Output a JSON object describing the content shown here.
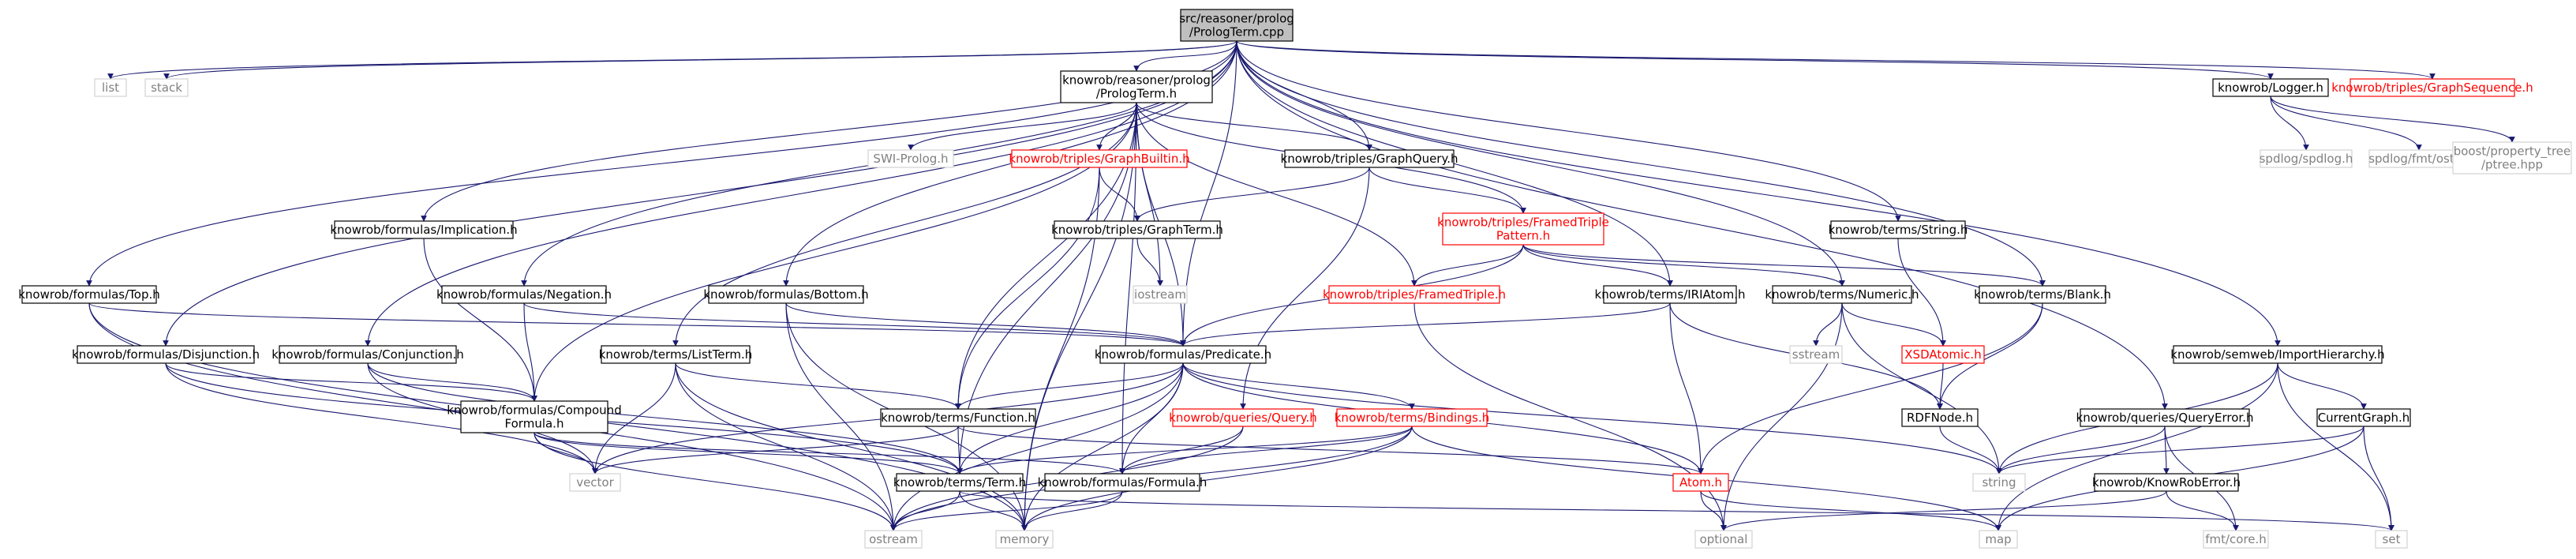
{
  "graph": {
    "root": "root",
    "colors": {
      "edge": "#191970",
      "node_border": "#000000",
      "node_text": "#000000",
      "missing_border": "#d3d3d3",
      "missing_text": "#808080",
      "error_border": "#ff0000",
      "error_text": "#ff0000",
      "root_fill": "#bfbfbf"
    },
    "nodes": [
      {
        "id": "root",
        "lines": [
          "src/reasoner/prolog",
          "/PrologTerm.cpp"
        ],
        "style": "root"
      },
      {
        "id": "list",
        "lines": [
          "list"
        ],
        "style": "missing"
      },
      {
        "id": "stack",
        "lines": [
          "stack"
        ],
        "style": "missing"
      },
      {
        "id": "plterm_h",
        "lines": [
          "knowrob/reasoner/prolog",
          "/PrologTerm.h"
        ],
        "style": "normal"
      },
      {
        "id": "logger",
        "lines": [
          "knowrob/Logger.h"
        ],
        "style": "normal"
      },
      {
        "id": "graphseq",
        "lines": [
          "knowrob/triples/GraphSequence.h"
        ],
        "style": "error"
      },
      {
        "id": "swiprolog",
        "lines": [
          "SWI-Prolog.h"
        ],
        "style": "missing"
      },
      {
        "id": "graphbuiltin",
        "lines": [
          "knowrob/triples/GraphBuiltin.h"
        ],
        "style": "error"
      },
      {
        "id": "graphquery",
        "lines": [
          "knowrob/triples/GraphQuery.h"
        ],
        "style": "normal"
      },
      {
        "id": "spdlog",
        "lines": [
          "spdlog/spdlog.h"
        ],
        "style": "missing"
      },
      {
        "id": "spdlogostr",
        "lines": [
          "spdlog/fmt/ostr.h"
        ],
        "style": "missing"
      },
      {
        "id": "ptree",
        "lines": [
          "boost/property_tree",
          "/ptree.hpp"
        ],
        "style": "missing"
      },
      {
        "id": "implication",
        "lines": [
          "knowrob/formulas/Implication.h"
        ],
        "style": "normal"
      },
      {
        "id": "graphterm",
        "lines": [
          "knowrob/triples/GraphTerm.h"
        ],
        "style": "normal"
      },
      {
        "id": "framedpattern",
        "lines": [
          "knowrob/triples/FramedTriple",
          "Pattern.h"
        ],
        "style": "error"
      },
      {
        "id": "string_h",
        "lines": [
          "knowrob/terms/String.h"
        ],
        "style": "normal"
      },
      {
        "id": "iostream",
        "lines": [
          "iostream"
        ],
        "style": "missing"
      },
      {
        "id": "top",
        "lines": [
          "knowrob/formulas/Top.h"
        ],
        "style": "normal"
      },
      {
        "id": "negation",
        "lines": [
          "knowrob/formulas/Negation.h"
        ],
        "style": "normal"
      },
      {
        "id": "bottom",
        "lines": [
          "knowrob/formulas/Bottom.h"
        ],
        "style": "normal"
      },
      {
        "id": "framedtriple",
        "lines": [
          "knowrob/triples/FramedTriple.h"
        ],
        "style": "error"
      },
      {
        "id": "iriatom",
        "lines": [
          "knowrob/terms/IRIAtom.h"
        ],
        "style": "normal"
      },
      {
        "id": "numeric",
        "lines": [
          "knowrob/terms/Numeric.h"
        ],
        "style": "normal"
      },
      {
        "id": "blank",
        "lines": [
          "knowrob/terms/Blank.h"
        ],
        "style": "normal"
      },
      {
        "id": "disjunction",
        "lines": [
          "knowrob/formulas/Disjunction.h"
        ],
        "style": "normal"
      },
      {
        "id": "conjunction",
        "lines": [
          "knowrob/formulas/Conjunction.h"
        ],
        "style": "normal"
      },
      {
        "id": "listterm",
        "lines": [
          "knowrob/terms/ListTerm.h"
        ],
        "style": "normal"
      },
      {
        "id": "predicate",
        "lines": [
          "knowrob/formulas/Predicate.h"
        ],
        "style": "normal"
      },
      {
        "id": "sstream",
        "lines": [
          "sstream"
        ],
        "style": "missing"
      },
      {
        "id": "xsdatomic",
        "lines": [
          "XSDAtomic.h"
        ],
        "style": "error"
      },
      {
        "id": "importhier",
        "lines": [
          "knowrob/semweb/ImportHierarchy.h"
        ],
        "style": "normal"
      },
      {
        "id": "compound",
        "lines": [
          "knowrob/formulas/Compound",
          "Formula.h"
        ],
        "style": "normal"
      },
      {
        "id": "function",
        "lines": [
          "knowrob/terms/Function.h"
        ],
        "style": "normal"
      },
      {
        "id": "query",
        "lines": [
          "knowrob/queries/Query.h"
        ],
        "style": "error"
      },
      {
        "id": "bindings",
        "lines": [
          "knowrob/terms/Bindings.h"
        ],
        "style": "error"
      },
      {
        "id": "rdfnode",
        "lines": [
          "RDFNode.h"
        ],
        "style": "normal"
      },
      {
        "id": "queryerror",
        "lines": [
          "knowrob/queries/QueryError.h"
        ],
        "style": "normal"
      },
      {
        "id": "currentgraph",
        "lines": [
          "CurrentGraph.h"
        ],
        "style": "normal"
      },
      {
        "id": "vector",
        "lines": [
          "vector"
        ],
        "style": "missing"
      },
      {
        "id": "term",
        "lines": [
          "knowrob/terms/Term.h"
        ],
        "style": "normal"
      },
      {
        "id": "formula",
        "lines": [
          "knowrob/formulas/Formula.h"
        ],
        "style": "normal"
      },
      {
        "id": "atom",
        "lines": [
          "Atom.h"
        ],
        "style": "error"
      },
      {
        "id": "string",
        "lines": [
          "string"
        ],
        "style": "missing"
      },
      {
        "id": "knowroberror",
        "lines": [
          "knowrob/KnowRobError.h"
        ],
        "style": "normal"
      },
      {
        "id": "ostream",
        "lines": [
          "ostream"
        ],
        "style": "missing"
      },
      {
        "id": "memory",
        "lines": [
          "memory"
        ],
        "style": "missing"
      },
      {
        "id": "optional",
        "lines": [
          "optional"
        ],
        "style": "missing"
      },
      {
        "id": "map",
        "lines": [
          "map"
        ],
        "style": "missing"
      },
      {
        "id": "fmtcore",
        "lines": [
          "fmt/core.h"
        ],
        "style": "missing"
      },
      {
        "id": "set",
        "lines": [
          "set"
        ],
        "style": "missing"
      }
    ],
    "edges": [
      [
        "root",
        "list"
      ],
      [
        "root",
        "stack"
      ],
      [
        "root",
        "plterm_h"
      ],
      [
        "root",
        "logger"
      ],
      [
        "root",
        "graphseq"
      ],
      [
        "root",
        "graphquery"
      ],
      [
        "root",
        "implication"
      ],
      [
        "root",
        "string_h"
      ],
      [
        "root",
        "top"
      ],
      [
        "root",
        "negation"
      ],
      [
        "root",
        "bottom"
      ],
      [
        "root",
        "iriatom"
      ],
      [
        "root",
        "numeric"
      ],
      [
        "root",
        "blank"
      ],
      [
        "root",
        "disjunction"
      ],
      [
        "root",
        "conjunction"
      ],
      [
        "root",
        "predicate"
      ],
      [
        "root",
        "importhier"
      ],
      [
        "root",
        "queryerror"
      ],
      [
        "plterm_h",
        "swiprolog"
      ],
      [
        "plterm_h",
        "graphbuiltin"
      ],
      [
        "plterm_h",
        "graphquery"
      ],
      [
        "plterm_h",
        "framedpattern"
      ],
      [
        "plterm_h",
        "iostream"
      ],
      [
        "plterm_h",
        "framedtriple"
      ],
      [
        "plterm_h",
        "listterm"
      ],
      [
        "plterm_h",
        "predicate"
      ],
      [
        "plterm_h",
        "compound"
      ],
      [
        "plterm_h",
        "function"
      ],
      [
        "plterm_h",
        "term"
      ],
      [
        "plterm_h",
        "formula"
      ],
      [
        "plterm_h",
        "memory"
      ],
      [
        "logger",
        "spdlog"
      ],
      [
        "logger",
        "spdlogostr"
      ],
      [
        "logger",
        "ptree"
      ],
      [
        "graphbuiltin",
        "graphterm"
      ],
      [
        "graphbuiltin",
        "function"
      ],
      [
        "graphbuiltin",
        "memory"
      ],
      [
        "graphquery",
        "graphterm"
      ],
      [
        "graphquery",
        "framedpattern"
      ],
      [
        "graphquery",
        "query"
      ],
      [
        "graphterm",
        "iostream"
      ],
      [
        "framedpattern",
        "framedtriple"
      ],
      [
        "framedpattern",
        "iriatom"
      ],
      [
        "framedpattern",
        "numeric"
      ],
      [
        "framedpattern",
        "blank"
      ],
      [
        "framedpattern",
        "predicate"
      ],
      [
        "framedtriple",
        "optional"
      ],
      [
        "implication",
        "compound"
      ],
      [
        "string_h",
        "xsdatomic"
      ],
      [
        "top",
        "predicate"
      ],
      [
        "top",
        "memory"
      ],
      [
        "top",
        "ostream"
      ],
      [
        "negation",
        "compound"
      ],
      [
        "negation",
        "predicate"
      ],
      [
        "bottom",
        "predicate"
      ],
      [
        "bottom",
        "ostream"
      ],
      [
        "bottom",
        "memory"
      ],
      [
        "iriatom",
        "predicate"
      ],
      [
        "iriatom",
        "atom"
      ],
      [
        "iriatom",
        "rdfnode"
      ],
      [
        "numeric",
        "xsdatomic"
      ],
      [
        "numeric",
        "sstream"
      ],
      [
        "numeric",
        "string"
      ],
      [
        "numeric",
        "optional"
      ],
      [
        "blank",
        "rdfnode"
      ],
      [
        "blank",
        "atom"
      ],
      [
        "disjunction",
        "compound"
      ],
      [
        "disjunction",
        "vector"
      ],
      [
        "disjunction",
        "term"
      ],
      [
        "conjunction",
        "compound"
      ],
      [
        "conjunction",
        "vector"
      ],
      [
        "conjunction",
        "term"
      ],
      [
        "listterm",
        "function"
      ],
      [
        "listterm",
        "vector"
      ],
      [
        "listterm",
        "ostream"
      ],
      [
        "listterm",
        "memory"
      ],
      [
        "predicate",
        "function"
      ],
      [
        "predicate",
        "bindings"
      ],
      [
        "predicate",
        "term"
      ],
      [
        "predicate",
        "formula"
      ],
      [
        "predicate",
        "atom"
      ],
      [
        "predicate",
        "vector"
      ],
      [
        "predicate",
        "string"
      ],
      [
        "predicate",
        "memory"
      ],
      [
        "predicate",
        "ostream"
      ],
      [
        "xsdatomic",
        "rdfnode"
      ],
      [
        "importhier",
        "currentgraph"
      ],
      [
        "importhier",
        "string"
      ],
      [
        "importhier",
        "map"
      ],
      [
        "importhier",
        "set"
      ],
      [
        "compound",
        "formula"
      ],
      [
        "compound",
        "term"
      ],
      [
        "compound",
        "vector"
      ],
      [
        "compound",
        "ostream"
      ],
      [
        "function",
        "term"
      ],
      [
        "function",
        "vector"
      ],
      [
        "function",
        "atom"
      ],
      [
        "query",
        "formula"
      ],
      [
        "query",
        "ostream"
      ],
      [
        "bindings",
        "term"
      ],
      [
        "bindings",
        "formula"
      ],
      [
        "bindings",
        "map"
      ],
      [
        "bindings",
        "memory"
      ],
      [
        "bindings",
        "ostream"
      ],
      [
        "rdfnode",
        "string"
      ],
      [
        "queryerror",
        "knowroberror"
      ],
      [
        "queryerror",
        "string"
      ],
      [
        "queryerror",
        "fmtcore"
      ],
      [
        "currentgraph",
        "string"
      ],
      [
        "currentgraph",
        "map"
      ],
      [
        "currentgraph",
        "set"
      ],
      [
        "term",
        "ostream"
      ],
      [
        "term",
        "memory"
      ],
      [
        "term",
        "set"
      ],
      [
        "formula",
        "ostream"
      ],
      [
        "formula",
        "memory"
      ],
      [
        "atom",
        "map"
      ],
      [
        "atom",
        "optional"
      ],
      [
        "knowroberror",
        "fmtcore"
      ],
      [
        "knowroberror",
        "optional"
      ]
    ]
  }
}
